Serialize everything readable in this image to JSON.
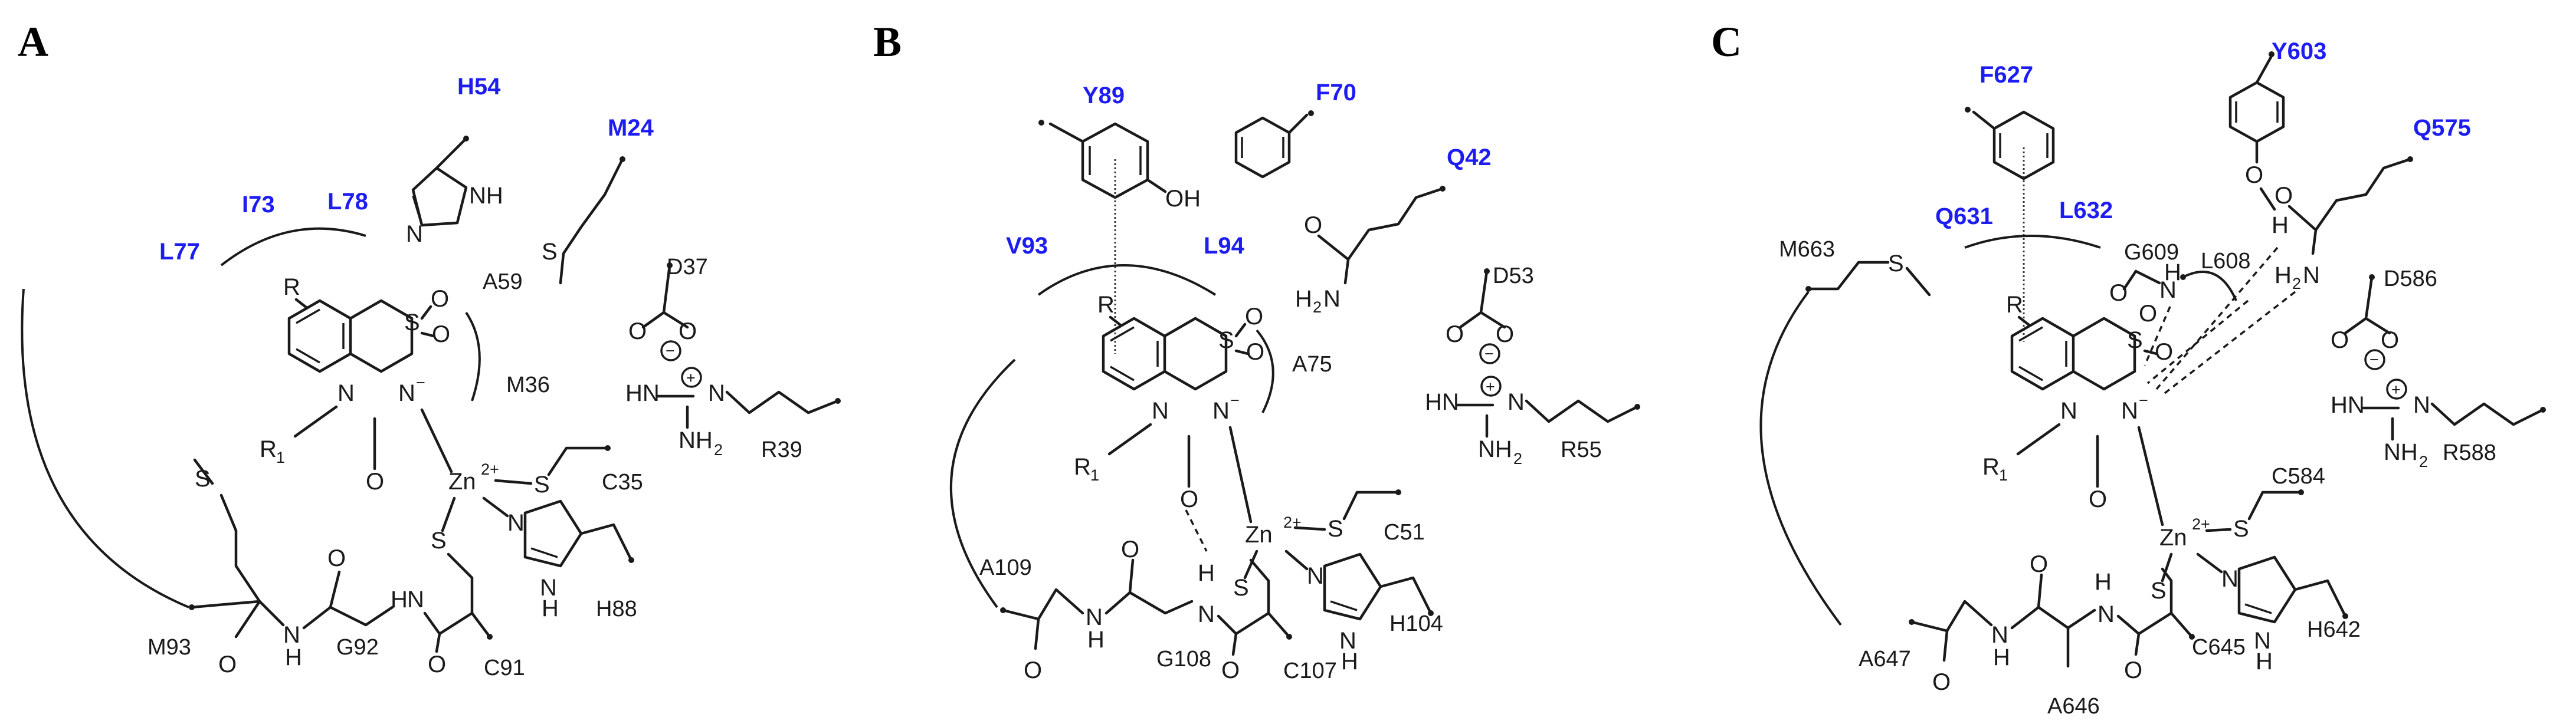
{
  "panels": [
    {
      "label": "A",
      "blue_residues": [
        "H54",
        "M24",
        "I73",
        "L78",
        "L77"
      ],
      "black_residues": [
        "D37",
        "A59",
        "M36",
        "R39",
        "C35",
        "M93",
        "G92",
        "C91",
        "H88"
      ]
    },
    {
      "label": "B",
      "blue_residues": [
        "Y89",
        "F70",
        "Q42",
        "V93",
        "L94"
      ],
      "black_residues": [
        "D53",
        "A75",
        "R55",
        "C51",
        "A109",
        "G108",
        "C107",
        "H104"
      ]
    },
    {
      "label": "C",
      "blue_residues": [
        "F627",
        "Y603",
        "Q575",
        "Q631",
        "L632"
      ],
      "black_residues": [
        "M663",
        "G609",
        "L608",
        "D586",
        "R588",
        "C584",
        "A647",
        "A646",
        "C645",
        "H642"
      ]
    }
  ],
  "atoms": {
    "R": "R",
    "R1": "R",
    "R1_sub": "1",
    "S": "S",
    "O": "O",
    "N": "N",
    "N_minus": "N",
    "minus": "−",
    "Zn": "Zn",
    "Zn_charge": "2+",
    "NH": "NH",
    "N_H": "N",
    "H": "H",
    "OH": "OH",
    "H2N": "H",
    "H2N_sub": "2",
    "H2N_N": "N",
    "HN": "HN",
    "NH2": "NH",
    "NH2_sub": "2",
    "plus": "+",
    "O_minus": "−"
  }
}
